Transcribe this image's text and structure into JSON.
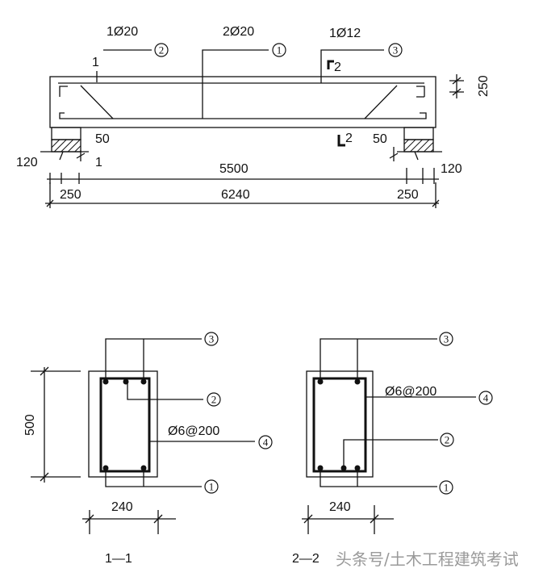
{
  "elevation": {
    "bar_labels": {
      "bar2": "1Ø20",
      "bar1": "2Ø20",
      "bar3": "1Ø12"
    },
    "markers": {
      "m1": "1",
      "m2": "2",
      "m3": "3"
    },
    "section_marks": {
      "left_top": "1",
      "left_bottom": "1",
      "right_top": "2",
      "right_bottom": "2"
    },
    "dims": {
      "height": "250",
      "bearing_left": "50",
      "bearing_right": "50",
      "wall_left": "120",
      "wall_right": "120",
      "clear_span": "5500",
      "support_left": "250",
      "support_right": "250",
      "total": "6240"
    }
  },
  "section_1_1": {
    "title": "1—1",
    "height": "500",
    "width": "240",
    "stirrup": "Ø6@200",
    "markers": {
      "m1": "1",
      "m2": "2",
      "m3": "3",
      "m4": "4"
    }
  },
  "section_2_2": {
    "title": "2—2",
    "width": "240",
    "stirrup": "Ø6@200",
    "markers": {
      "m1": "1",
      "m2": "2",
      "m3": "3",
      "m4": "4"
    }
  },
  "watermark": "头条号/土木工程建筑考试"
}
